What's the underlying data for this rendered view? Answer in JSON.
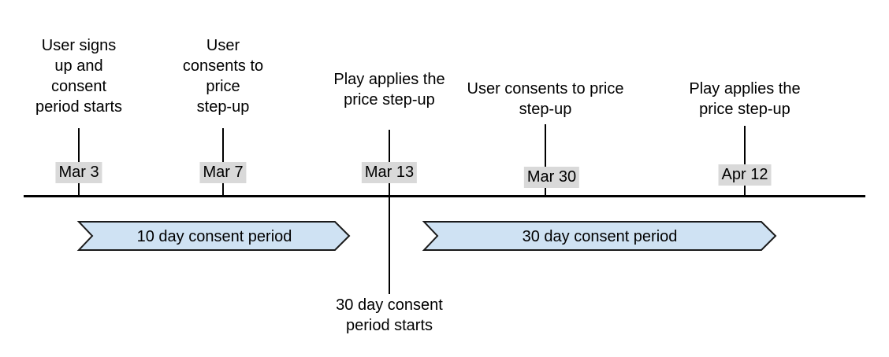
{
  "timeline": {
    "events": [
      {
        "date": "Mar 3",
        "label_lines": [
          "User signs",
          "up and",
          "consent",
          "period starts"
        ]
      },
      {
        "date": "Mar 7",
        "label_lines": [
          "User",
          "consents to",
          "price",
          "step-up"
        ]
      },
      {
        "date": "Mar 13",
        "label_lines": [
          "Play applies the",
          "price step-up"
        ]
      },
      {
        "date": "Mar 30",
        "label_lines": [
          "User consents to price",
          "step-up"
        ]
      },
      {
        "date": "Apr 12",
        "label_lines": [
          "Play applies the",
          "price step-up"
        ]
      }
    ],
    "periods": [
      {
        "label": "10 day consent period"
      },
      {
        "label": "30 day consent period"
      }
    ],
    "annotation": {
      "lines": [
        "30 day consent",
        "period starts"
      ]
    }
  },
  "colors": {
    "background": "#ffffff",
    "text": "#000000",
    "line": "#000000",
    "date_chip_bg": "#d9d9d9",
    "period_fill": "#cfe2f3",
    "period_border": "#1a1a1a"
  }
}
